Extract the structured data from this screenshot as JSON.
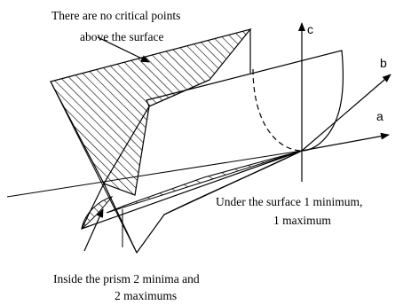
{
  "axes": {
    "a": "a",
    "b": "b",
    "c": "c"
  },
  "annotations": {
    "top": {
      "line1": "There are no critical points",
      "line2": "above the surface"
    },
    "right": {
      "line1": "Under the surface 1 minimum,",
      "line2": "1 maximum"
    },
    "bottom": {
      "line1": "Inside the prism 2 minima and",
      "line2": "2 maximums"
    }
  }
}
